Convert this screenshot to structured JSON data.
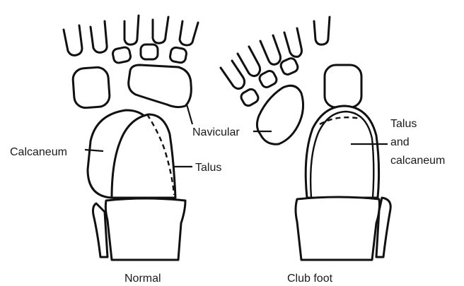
{
  "labels": {
    "calcaneum": "Calcaneum",
    "navicular": "Navicular",
    "talus": "Talus",
    "talus_and_calcaneum_line1": "Talus",
    "talus_and_calcaneum_line2": "and",
    "talus_and_calcaneum_line3": "calcaneum"
  },
  "captions": {
    "normal": "Normal",
    "club_foot": "Club foot"
  },
  "colors": {
    "ink": "#111111",
    "background": "#ffffff"
  }
}
